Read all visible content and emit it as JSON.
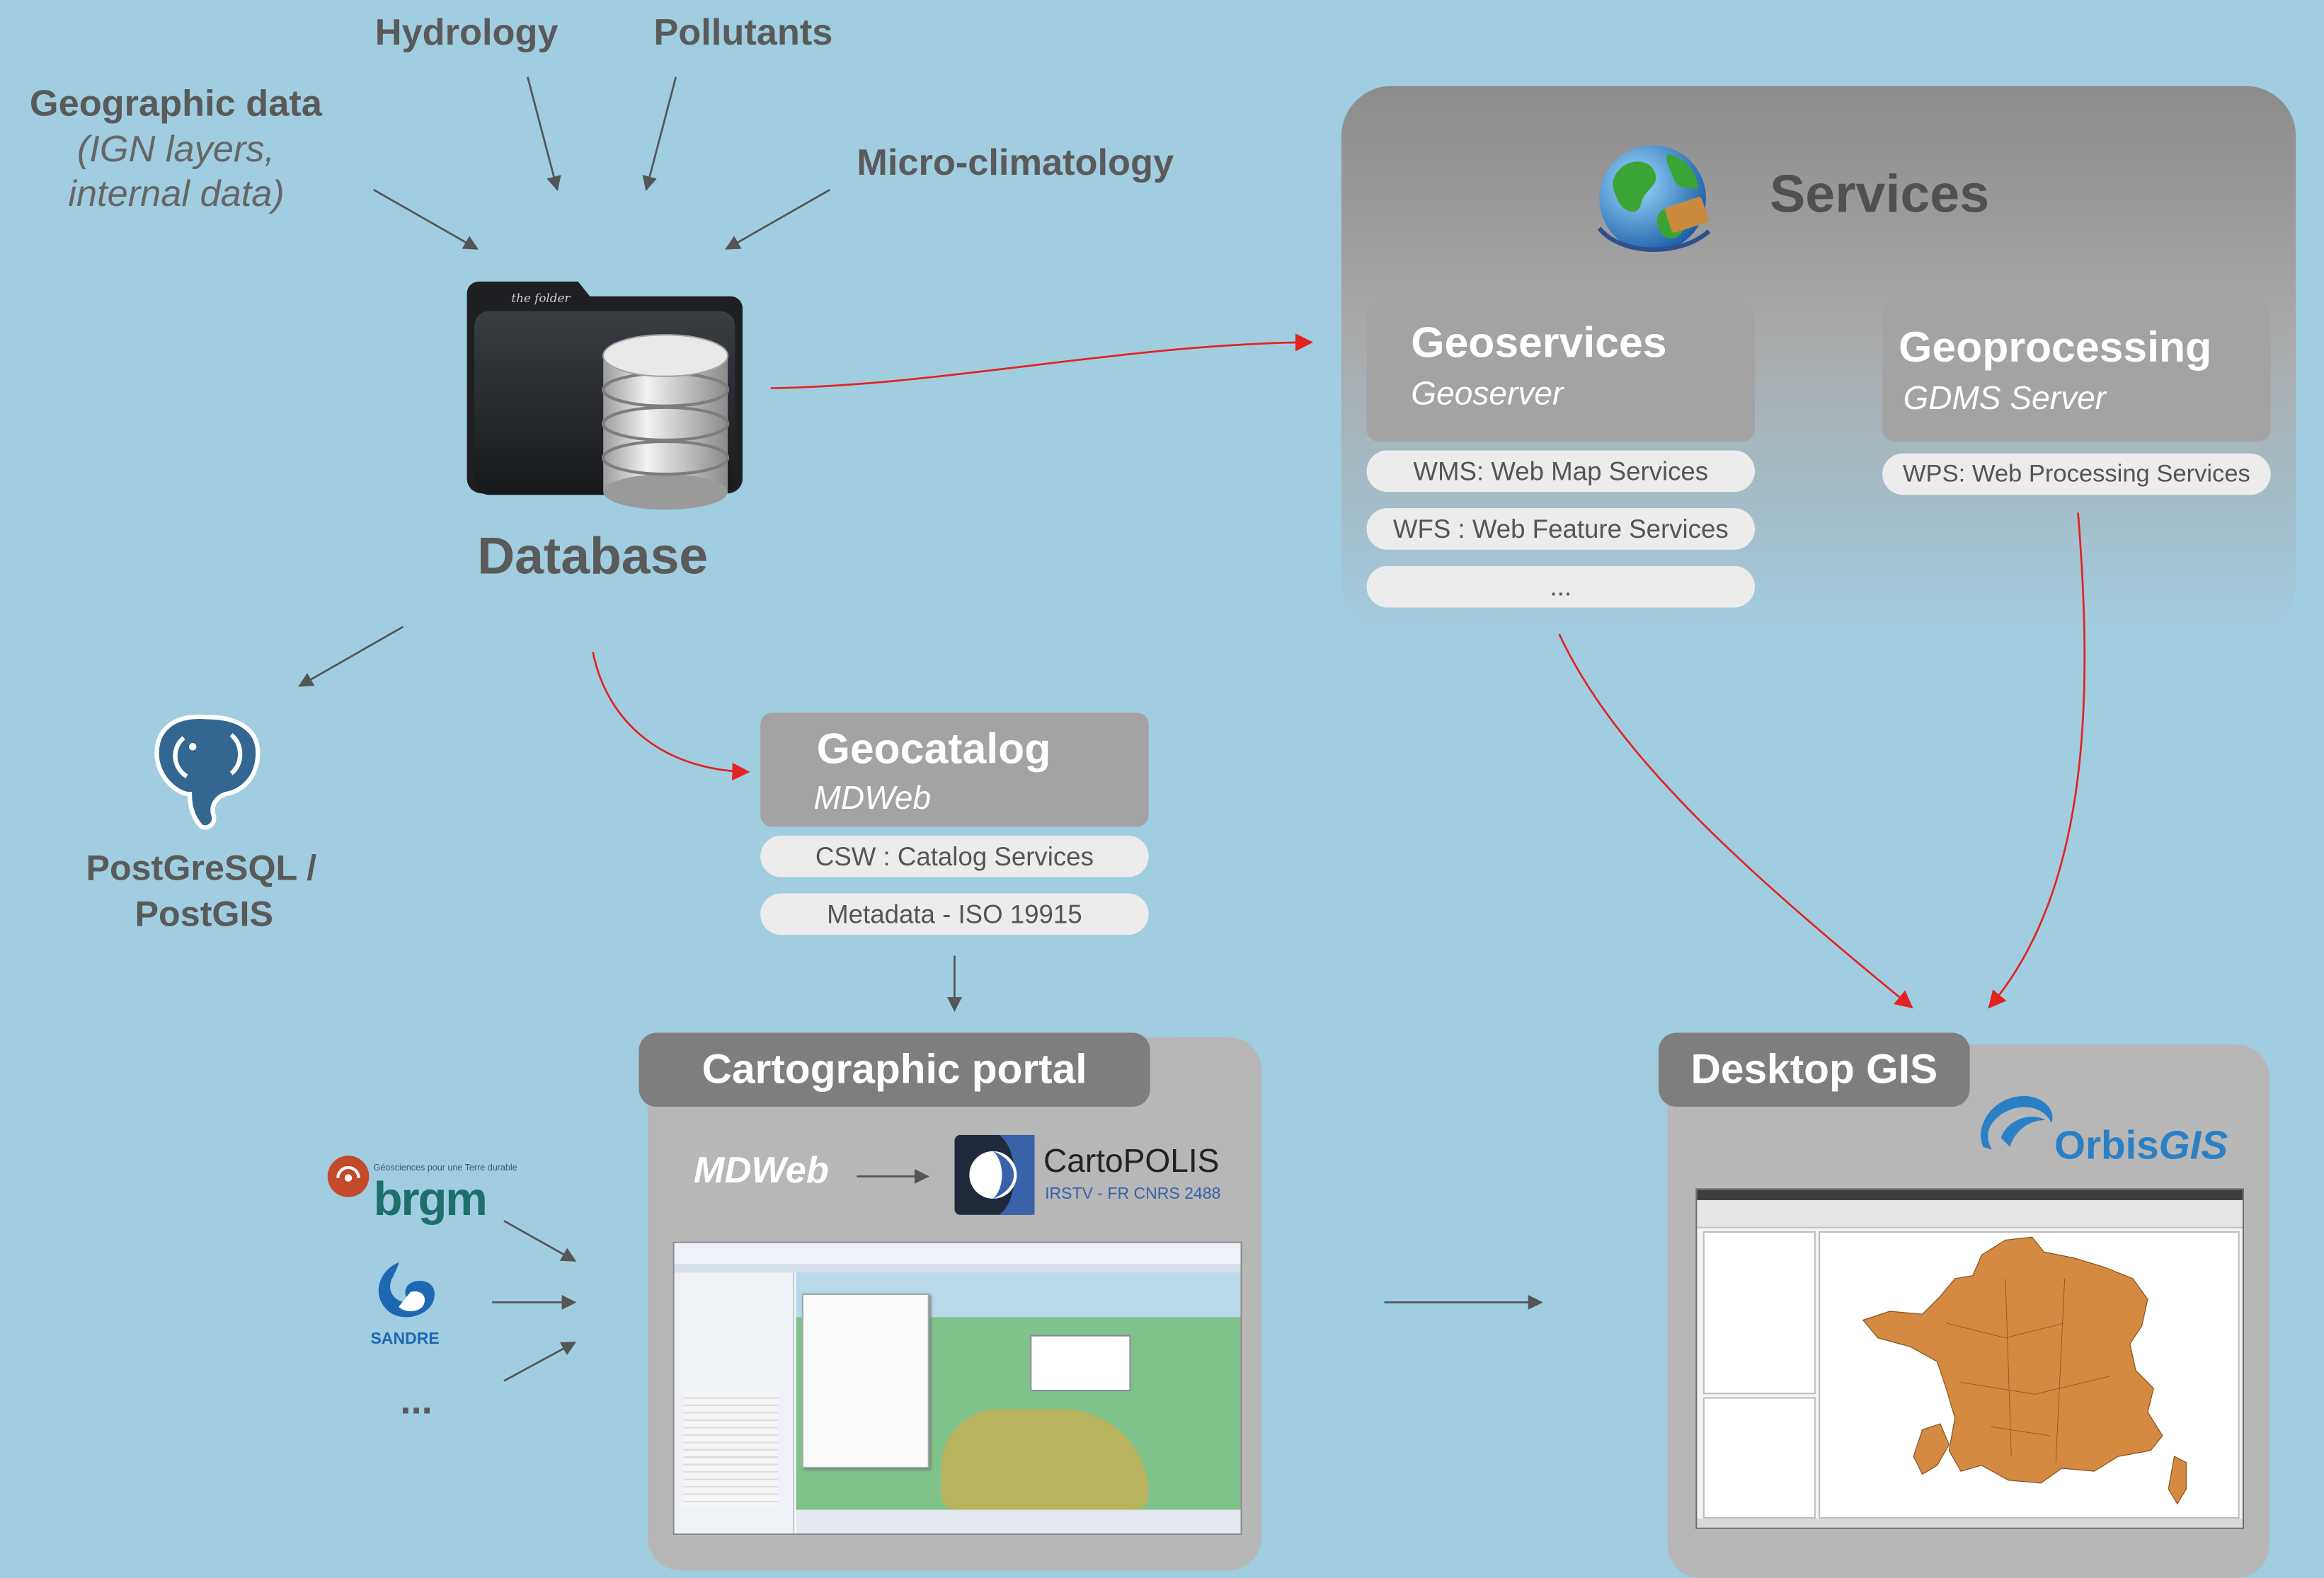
{
  "inputs": {
    "hydrology": "Hydrology",
    "pollutants": "Pollutants",
    "geographic_title": "Geographic data",
    "geographic_sub1": "(IGN layers,",
    "geographic_sub2": "internal data)",
    "microclimatology": "Micro-climatology"
  },
  "database": {
    "title": "Database",
    "folder_text": "the folder",
    "postgres_line1": "PostGreSQL /",
    "postgres_line2": "PostGIS"
  },
  "services": {
    "title": "Services",
    "geoservices": {
      "title": "Geoservices",
      "subtitle": "Geoserver",
      "items": [
        "WMS: Web Map Services",
        "WFS : Web Feature Services",
        "..."
      ]
    },
    "geoprocessing": {
      "title": "Geoprocessing",
      "subtitle": "GDMS Server",
      "items": [
        "WPS: Web Processing Services"
      ]
    }
  },
  "geocatalog": {
    "title": "Geocatalog",
    "subtitle": "MDWeb",
    "items": [
      "CSW : Catalog Services",
      "Metadata - ISO 19915"
    ]
  },
  "portal": {
    "title": "Cartographic portal",
    "mdweb": "MDWeb",
    "cartopolis_name": "CartoPOLIS",
    "cartopolis_sub": "IRSTV - FR CNRS 2488"
  },
  "sources": {
    "brgm": "brgm",
    "brgm_tagline": "Géosciences pour une Terre durable",
    "sandre": "SANDRE",
    "more": "..."
  },
  "desktop": {
    "title": "Desktop GIS",
    "orbis_plain": "Orbis",
    "orbis_italic": "GIS"
  },
  "colors": {
    "background": "#a1cde0",
    "label_gray": "#5a5a5a",
    "tile_gray": "#a3a3a3",
    "tab_gray": "#7e7e7e",
    "arrow_red": "#e32222",
    "arrow_gray": "#555555",
    "postgres_blue": "#336791",
    "orbis_blue": "#2b7fc4",
    "map_orange": "#d58a42"
  }
}
